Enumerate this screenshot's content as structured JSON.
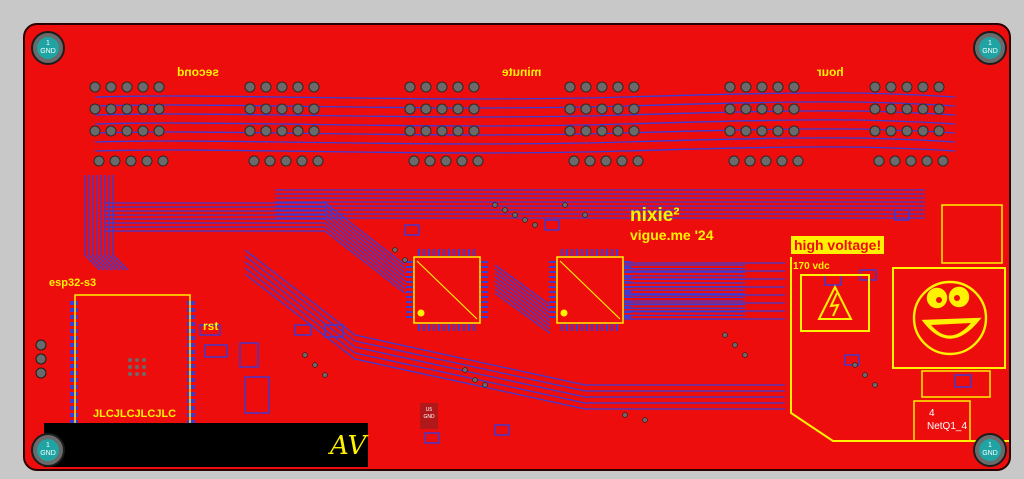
{
  "board": {
    "title": "nixie²",
    "credit": "vigue.me '24",
    "module_label": "esp32-s3",
    "reset_label": "rst",
    "order_mark": "JLCJLCJLCJLC",
    "signature": "AV"
  },
  "digit_labels": {
    "hour": "hour",
    "minute": "minute",
    "second": "second"
  },
  "hv_warning": {
    "title": "high voltage!",
    "voltage": "170 vdc"
  },
  "mounting_holes": [
    {
      "num": "1",
      "net": "GND"
    },
    {
      "num": "1",
      "net": "GND"
    },
    {
      "num": "1",
      "net": "GND"
    },
    {
      "num": "1",
      "net": "GND"
    }
  ],
  "netq": {
    "pin": "4",
    "net": "NetQ1_4"
  },
  "ic_label": {
    "top": "U5",
    "bottom": "GND"
  },
  "colors": {
    "copper": "#ee0d0d",
    "silkscreen": "#fff200",
    "trace": "#3b3bd8",
    "pad": "#6a6a6a",
    "background": "#c8c8c8"
  }
}
